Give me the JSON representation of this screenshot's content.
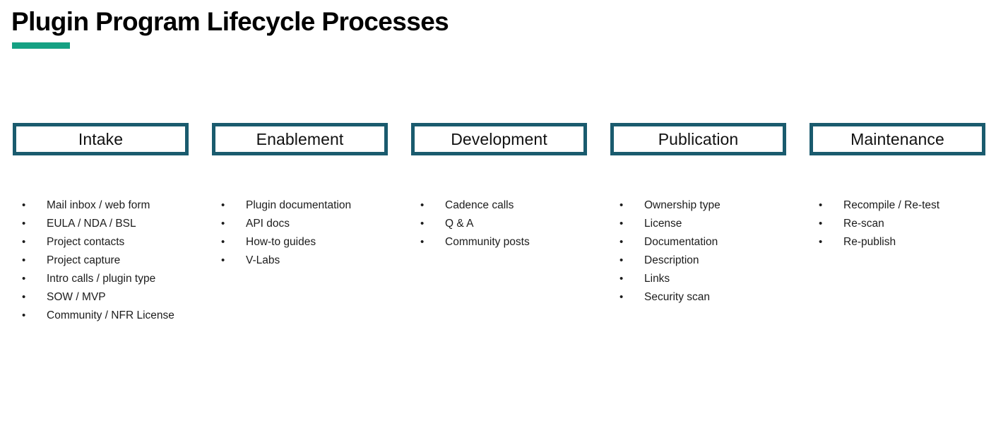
{
  "slide": {
    "title": "Plugin Program Lifecycle Processes",
    "accent_color": "#15a183",
    "box_border_color": "#1a5b6e",
    "background_color": "#ffffff",
    "text_color": "#1c1c1c",
    "bullet_glyph": "•"
  },
  "phases": [
    {
      "name": "Intake",
      "items": [
        "Mail inbox / web form",
        "EULA / NDA / BSL",
        "Project contacts",
        "Project capture",
        "Intro calls / plugin type",
        "SOW / MVP",
        "Community / NFR License"
      ]
    },
    {
      "name": "Enablement",
      "items": [
        "Plugin documentation",
        "API docs",
        "How-to guides",
        "V-Labs"
      ]
    },
    {
      "name": "Development",
      "items": [
        "Cadence calls",
        "Q & A",
        "Community posts"
      ]
    },
    {
      "name": "Publication",
      "items": [
        "Ownership type",
        "License",
        "Documentation",
        "Description",
        "Links",
        "Security scan"
      ]
    },
    {
      "name": "Maintenance",
      "items": [
        "Recompile / Re-test",
        "Re-scan",
        "Re-publish"
      ]
    }
  ]
}
